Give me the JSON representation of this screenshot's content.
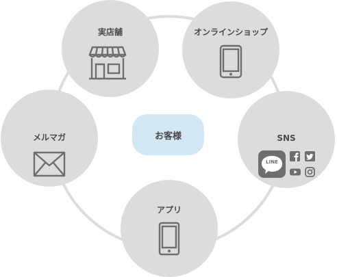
{
  "center": {
    "label": "お客様"
  },
  "nodes": {
    "store": {
      "label": "実店舗",
      "icon": "storefront-icon"
    },
    "online": {
      "label": "オンラインショップ",
      "icon": "tablet-icon"
    },
    "sns": {
      "label": "SNS",
      "icons": [
        "line-icon",
        "facebook-icon",
        "twitter-icon",
        "youtube-icon",
        "instagram-icon"
      ],
      "line_text": "LINE"
    },
    "mail": {
      "label": "メルマガ",
      "icon": "envelope-icon"
    },
    "app": {
      "label": "アプリ",
      "icon": "smartphone-icon"
    }
  },
  "colors": {
    "node_fill": "#dcdcdc",
    "ring": "#dcdcdc",
    "center_fill": "#d2e8f5",
    "icon": "#6e6e6e",
    "text": "#4a4a4a"
  }
}
